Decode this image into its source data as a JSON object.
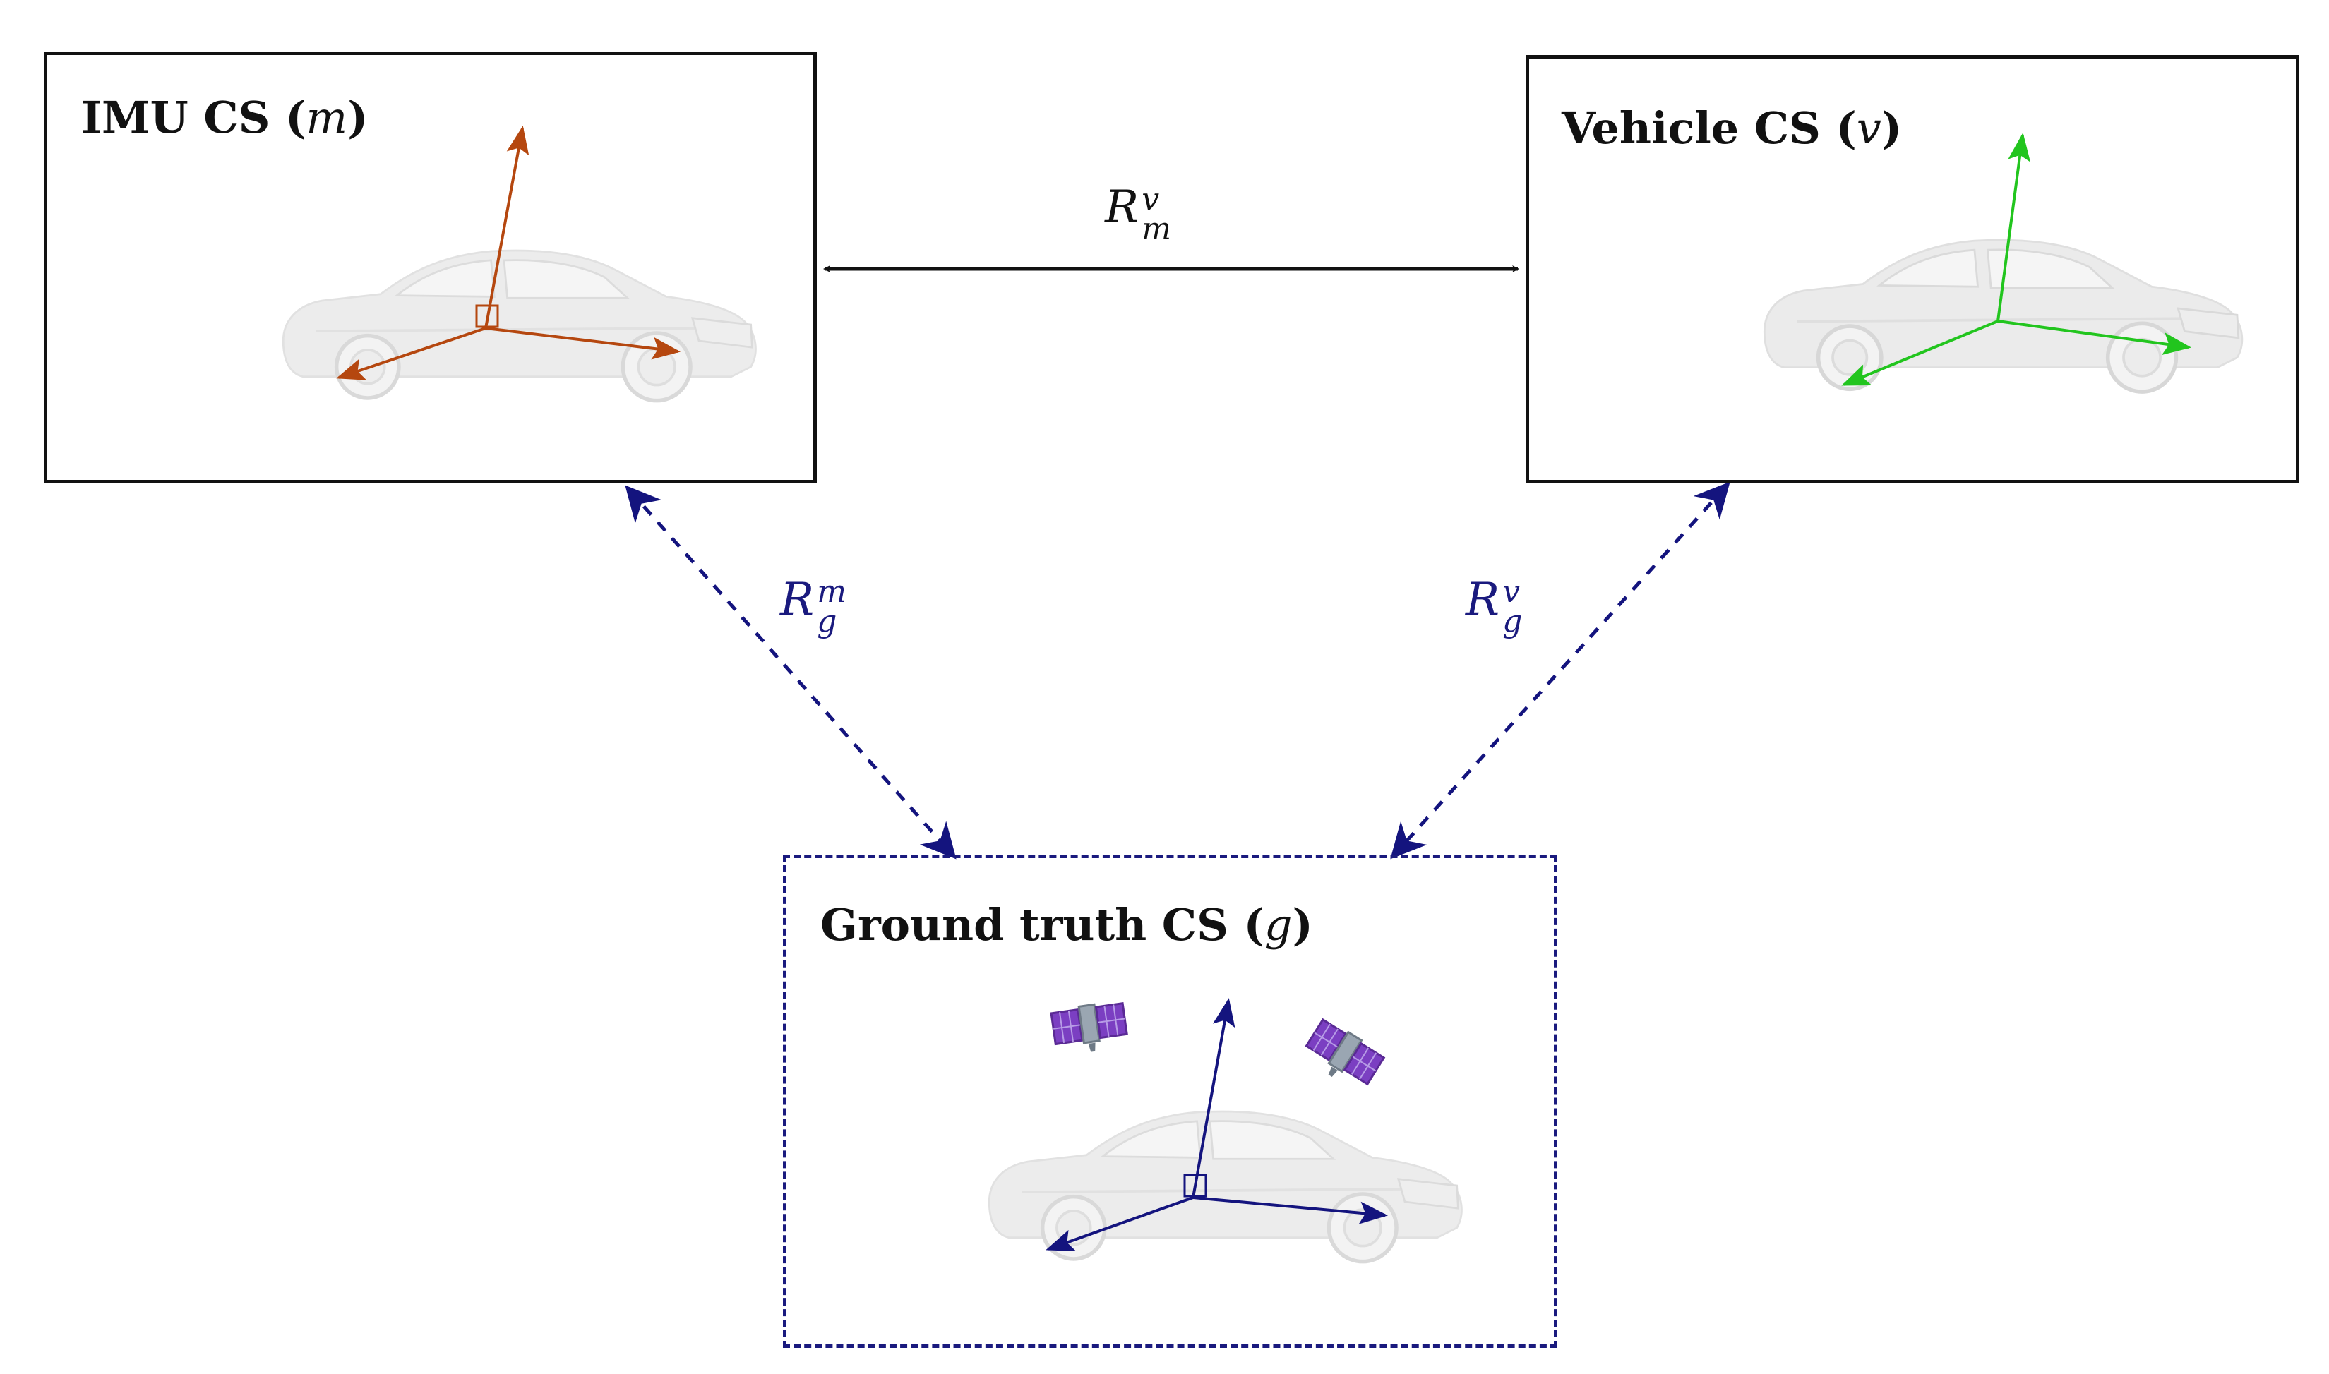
{
  "boxes": {
    "imu": {
      "title": "IMU CS (",
      "symbol": "m",
      "close": ")",
      "axis_color": "#b5470f"
    },
    "vehicle": {
      "title": "Vehicle CS (",
      "symbol": "v",
      "close": ")",
      "axis_color": "#22c51e"
    },
    "ground_truth": {
      "title": "Ground truth CS (",
      "symbol": "g",
      "close": ")",
      "axis_color": "#14147e"
    }
  },
  "relations": {
    "m_to_v": {
      "base": "R",
      "sup": "v",
      "sub": "m",
      "color": "#111111",
      "style": "solid"
    },
    "g_to_m": {
      "base": "R",
      "sup": "m",
      "sub": "g",
      "color": "#14147e",
      "style": "dashed"
    },
    "g_to_v": {
      "base": "R",
      "sup": "v",
      "sub": "g",
      "color": "#14147e",
      "style": "dashed"
    }
  },
  "icons": {
    "car": "car-icon",
    "satellite": "satellite-icon"
  }
}
